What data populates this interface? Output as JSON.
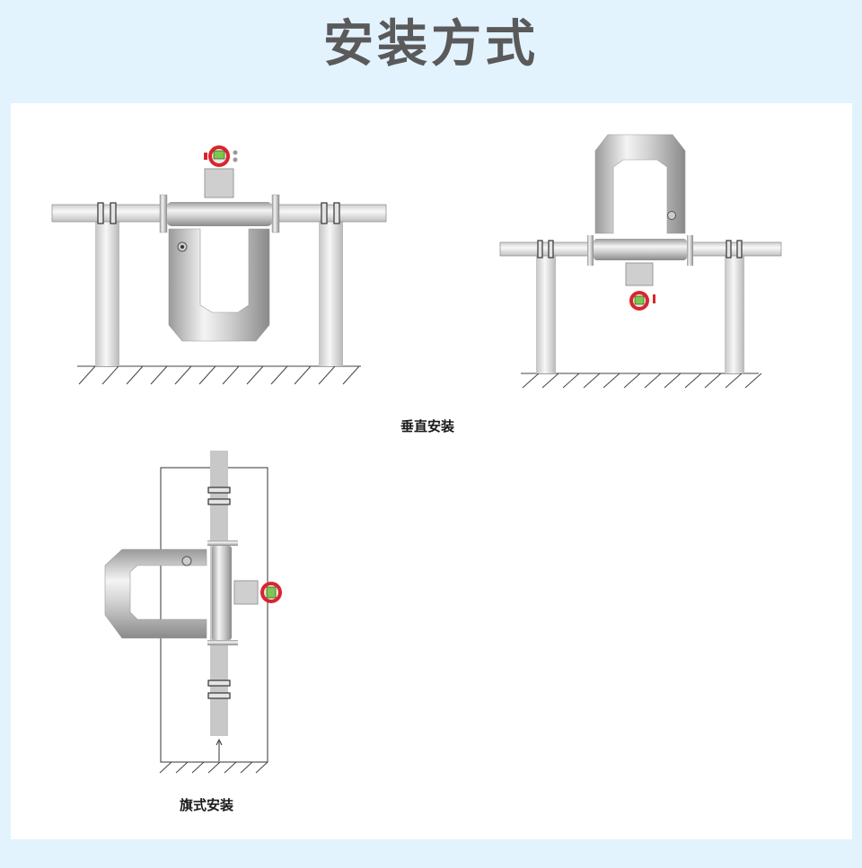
{
  "page": {
    "title": "安装方式",
    "background_color": "#e3f3fd",
    "panel_color": "#ffffff",
    "title_color": "#5a5a5a"
  },
  "diagrams": [
    {
      "id": "vertical-down",
      "description": "U-tube meter hanging below horizontal pipe, transmitter on top",
      "orientation": "tube-down"
    },
    {
      "id": "vertical-up",
      "description": "U-tube meter above horizontal pipe, transmitter below",
      "orientation": "tube-up"
    },
    {
      "id": "flag",
      "description": "U-tube meter mounted on vertical pipe, tubes extending sideways",
      "orientation": "tube-side"
    }
  ],
  "captions": {
    "vertical": "垂直安装",
    "flag": "旗式安装"
  },
  "colors": {
    "transmitter_red": "#d8262b",
    "display_green": "#7cc84a",
    "steel_light": "#e6e6e6",
    "steel_dark": "#8c8c8c",
    "line": "#333333"
  }
}
